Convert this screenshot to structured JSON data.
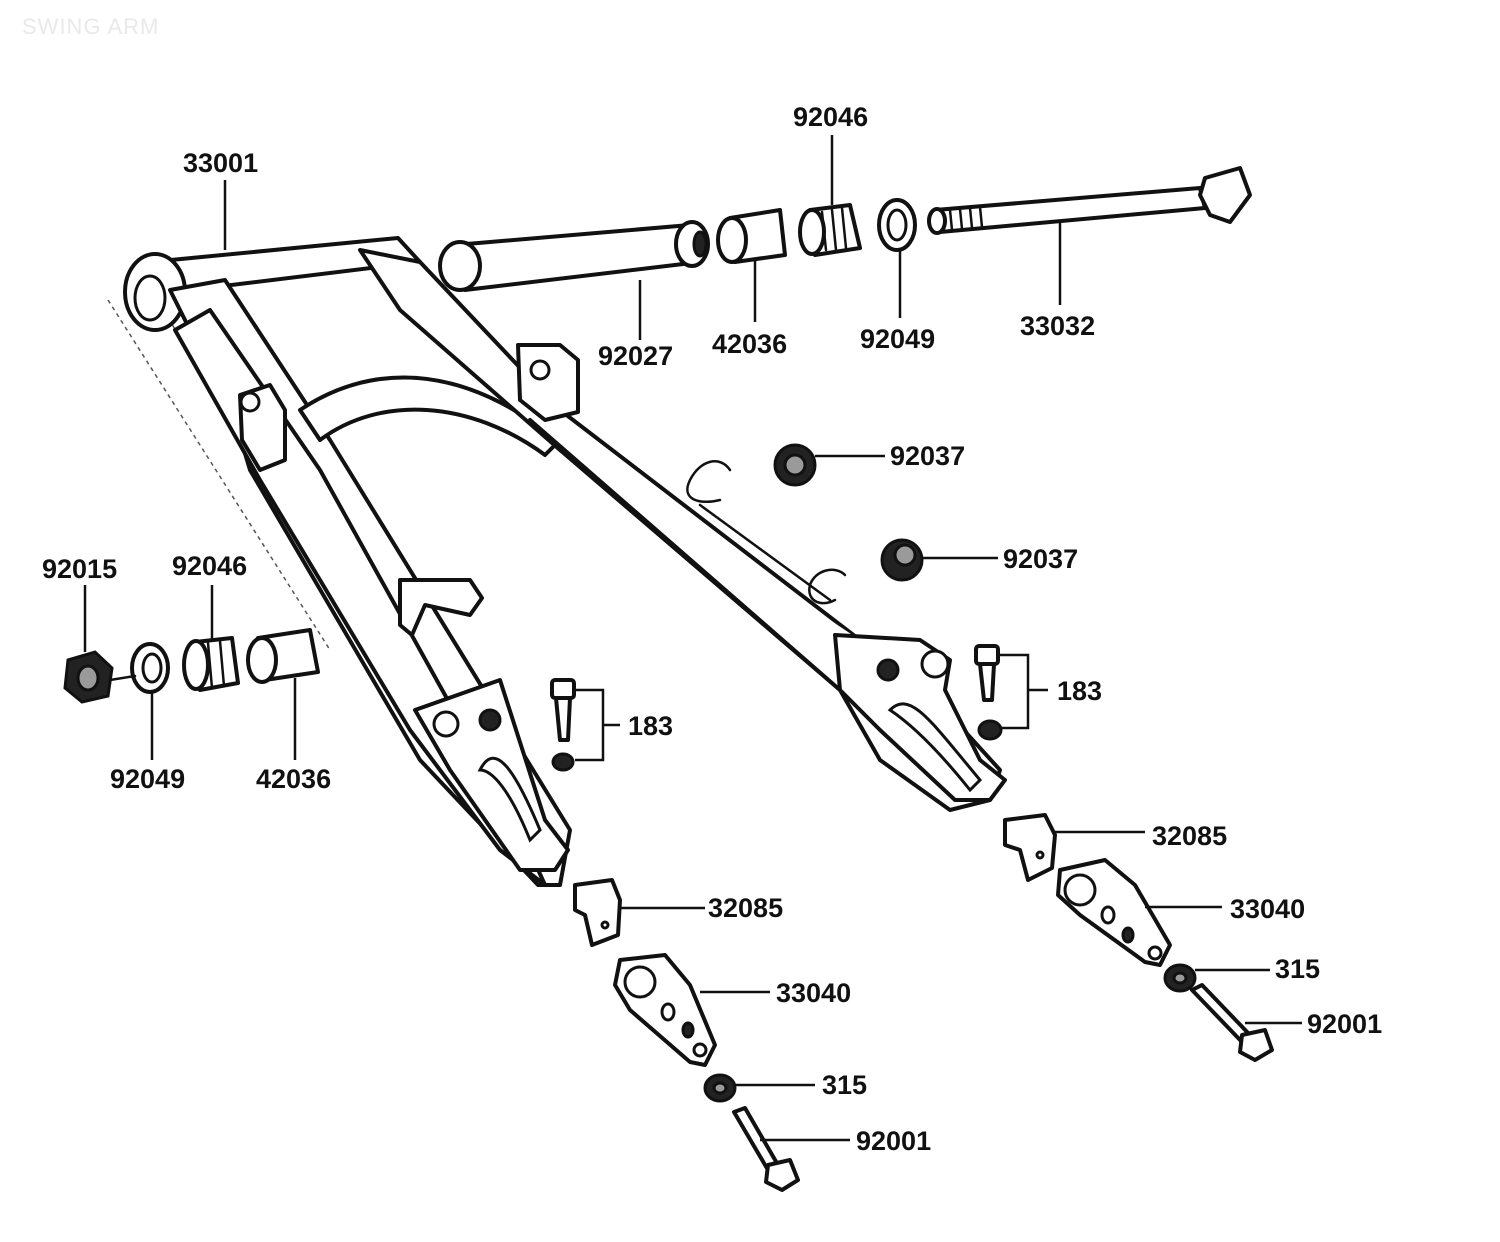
{
  "title": "SWING ARM",
  "callouts": {
    "c_33001": "33001",
    "c_92027": "92027",
    "c_42036_top": "42036",
    "c_92046_top": "92046",
    "c_92049_top": "92049",
    "c_33032": "33032",
    "c_92037_a": "92037",
    "c_92037_b": "92037",
    "c_92015": "92015",
    "c_92046_left": "92046",
    "c_92049_left": "92049",
    "c_42036_left": "42036",
    "c_183_left": "183",
    "c_183_right": "183",
    "c_32085_left": "32085",
    "c_32085_right": "32085",
    "c_33040_left": "33040",
    "c_33040_right": "33040",
    "c_315_left": "315",
    "c_315_right": "315",
    "c_92001_left": "92001",
    "c_92001_right": "92001"
  },
  "icons": {
    "swing-arm": "swing-arm-frame-icon",
    "pivot-bolt": "bolt-icon",
    "bearing": "needle-bearing-icon",
    "nut": "hex-nut-icon"
  },
  "colors": {
    "line": "#111111",
    "background": "#ffffff"
  }
}
